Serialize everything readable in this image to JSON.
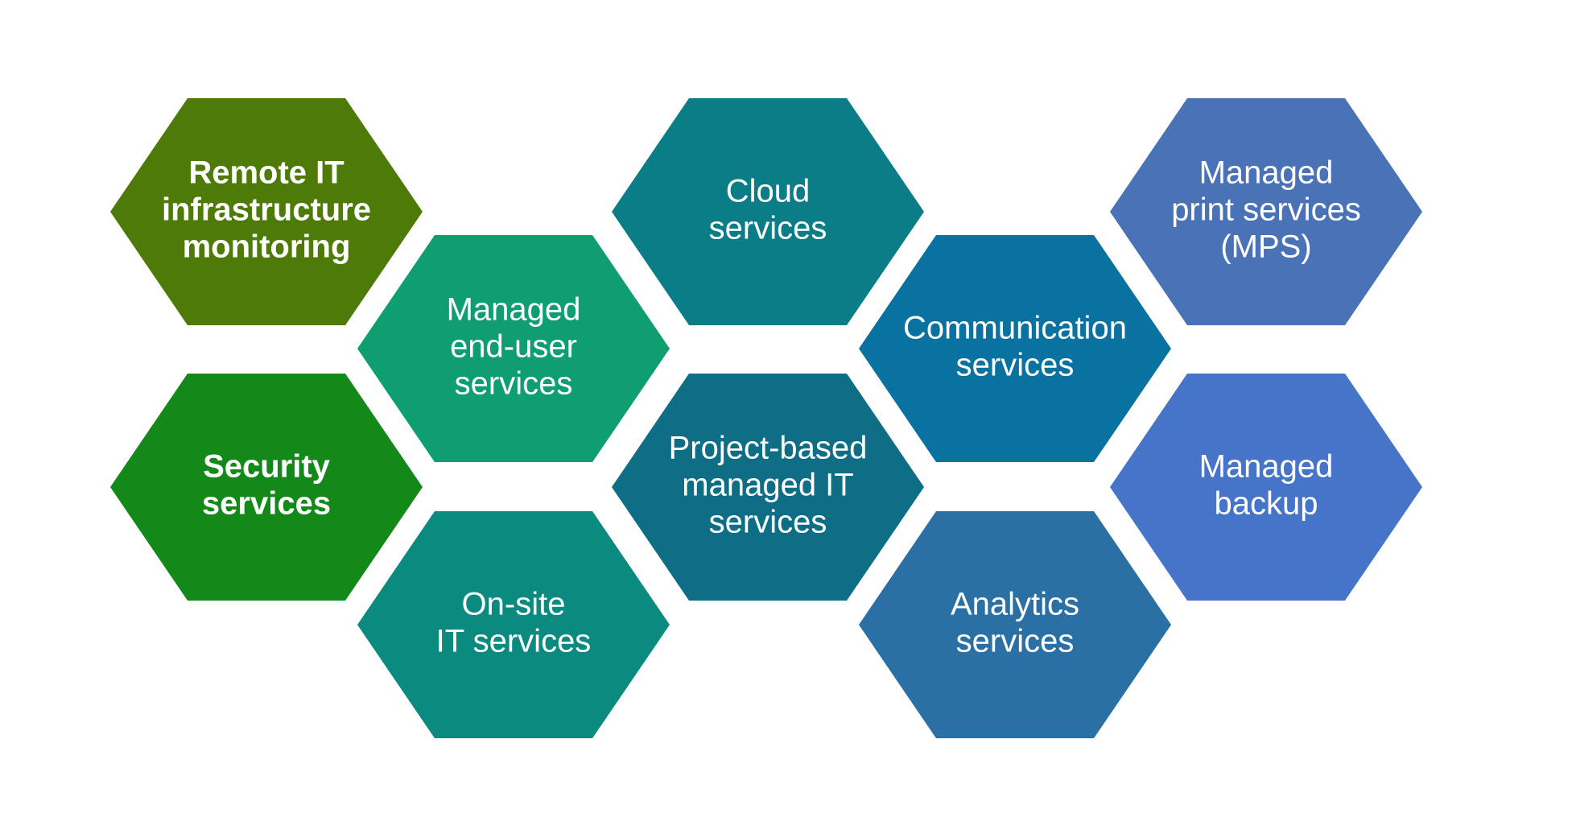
{
  "diagram": {
    "title": "Managed IT services",
    "tiles": [
      {
        "id": "remote-it-infrastructure-monitoring",
        "lines": [
          "Remote IT",
          "infrastructure",
          "monitoring"
        ],
        "color": "#4e7a08",
        "bold": true
      },
      {
        "id": "security-services",
        "lines": [
          "Security",
          "services"
        ],
        "color": "#13891a",
        "bold": true
      },
      {
        "id": "managed-end-user-services",
        "lines": [
          "Managed",
          "end-user",
          "services"
        ],
        "color": "#0e9e70",
        "bold": false
      },
      {
        "id": "on-site-it-services",
        "lines": [
          "On-site",
          "IT services"
        ],
        "color": "#0b8a80",
        "bold": false
      },
      {
        "id": "cloud-services",
        "lines": [
          "Cloud",
          "services"
        ],
        "color": "#0b7d87",
        "bold": false
      },
      {
        "id": "project-based-managed-it-services",
        "lines": [
          "Project-based",
          "managed IT",
          "services"
        ],
        "color": "#0d6e86",
        "bold": false
      },
      {
        "id": "communication-services",
        "lines": [
          "Communication",
          "services"
        ],
        "color": "#0a72a0",
        "bold": false
      },
      {
        "id": "analytics-services",
        "lines": [
          "Analytics",
          "services"
        ],
        "color": "#2a70a4",
        "bold": false
      },
      {
        "id": "managed-print-services",
        "lines": [
          "Managed",
          "print services",
          "(MPS)"
        ],
        "color": "#4a72b6",
        "bold": false
      },
      {
        "id": "managed-backup",
        "lines": [
          "Managed",
          "backup"
        ],
        "color": "#4674c8",
        "bold": false
      }
    ]
  }
}
